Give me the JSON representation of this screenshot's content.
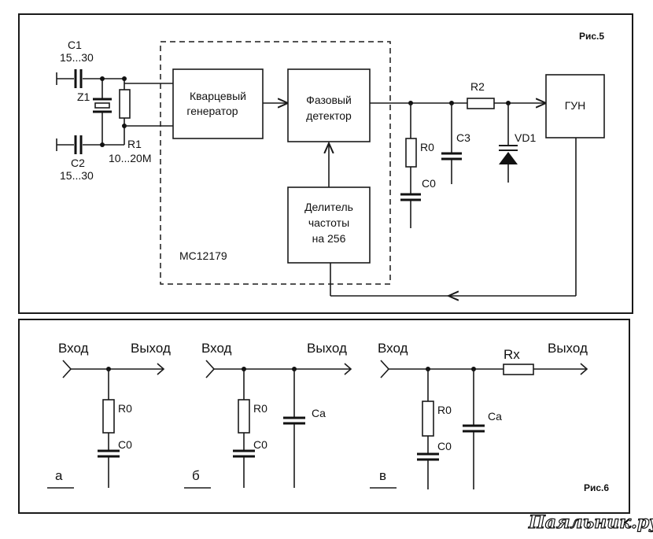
{
  "fig5": {
    "label": "Рис.5",
    "c1": {
      "name": "C1",
      "value": "15...30"
    },
    "c2": {
      "name": "C2",
      "value": "15...30"
    },
    "z1": "Z1",
    "r1": {
      "name": "R1",
      "value": "10...20M"
    },
    "chip": "MC12179",
    "oscillator": [
      "Кварцевый",
      "генератор"
    ],
    "phase_detector": [
      "Фазовый",
      "детектор"
    ],
    "divider": [
      "Делитель",
      "частоты",
      "на 256"
    ],
    "r0": "R0",
    "c0": "C0",
    "c3": "C3",
    "r2": "R2",
    "vd1": "VD1",
    "vco": "ГУН"
  },
  "fig6": {
    "label": "Рис.6",
    "input": "Вход",
    "output": "Выход",
    "r0": "R0",
    "c0": "C0",
    "ca": "Ca",
    "rx": "Rx",
    "variants": [
      "а",
      "б",
      "в"
    ]
  },
  "watermark": "Паяльник.ру"
}
